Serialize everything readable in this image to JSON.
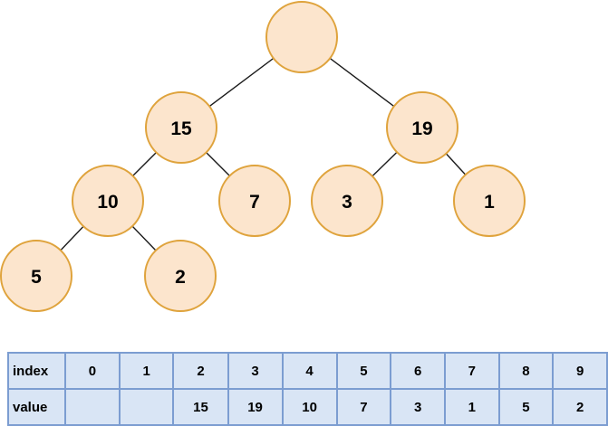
{
  "tree": {
    "description": "binary-tree-diagram",
    "nodes": [
      {
        "id": "root",
        "label": ""
      },
      {
        "id": "n15",
        "label": "15"
      },
      {
        "id": "n19",
        "label": "19"
      },
      {
        "id": "n10",
        "label": "10"
      },
      {
        "id": "n7",
        "label": "7"
      },
      {
        "id": "n3",
        "label": "3"
      },
      {
        "id": "n1",
        "label": "1"
      },
      {
        "id": "n5",
        "label": "5"
      },
      {
        "id": "n2",
        "label": "2"
      }
    ],
    "edges": [
      [
        "root",
        "n15"
      ],
      [
        "root",
        "n19"
      ],
      [
        "n15",
        "n10"
      ],
      [
        "n15",
        "n7"
      ],
      [
        "n19",
        "n3"
      ],
      [
        "n19",
        "n1"
      ],
      [
        "n10",
        "n5"
      ],
      [
        "n10",
        "n2"
      ]
    ],
    "colors": {
      "node_fill": "#FCE5CD",
      "node_border": "#DFA33C",
      "edge": "#1a1a1a",
      "label_text": "#000000"
    }
  },
  "array_table": {
    "row_headers": [
      "index",
      "value"
    ],
    "index_row": [
      "0",
      "1",
      "2",
      "3",
      "4",
      "5",
      "6",
      "7",
      "8",
      "9"
    ],
    "value_row": [
      "",
      "",
      "15",
      "19",
      "10",
      "7",
      "3",
      "1",
      "5",
      "2"
    ],
    "colors": {
      "cell_fill": "#D9E5F5",
      "border": "#7C9DD1",
      "text": "#000000"
    }
  }
}
